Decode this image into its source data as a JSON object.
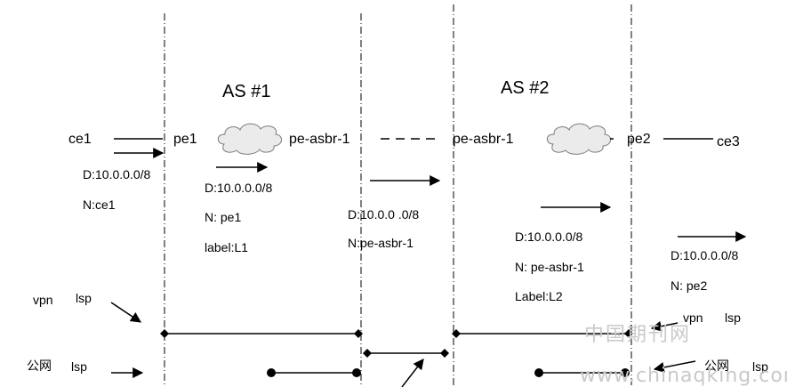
{
  "as_labels": [
    "AS #1",
    "AS #2"
  ],
  "nodes": {
    "ce1": "ce1",
    "pe1": "pe1",
    "pe_asbr_1_left": "pe-asbr-1",
    "pe_asbr_1_right": "pe-asbr-1",
    "pe2": "pe2",
    "ce3": "ce3"
  },
  "routes": {
    "r1": [
      "D:10.0.0.0/8",
      "N:ce1"
    ],
    "r2": [
      "D:10.0.0.0/8",
      "N: pe1",
      "label:L1"
    ],
    "r3": [
      "D:10.0.0 .0/8",
      "N:pe-asbr-1"
    ],
    "r4": [
      "D:10.0.0.0/8",
      "N: pe-asbr-1",
      "Label:L2"
    ],
    "r5": [
      "D:10.0.0.0/8",
      "N: pe2"
    ]
  },
  "lsp_labels": {
    "vpn_left": "vpn",
    "lsp_left": "lsp",
    "vpn_right": "vpn",
    "lsp_right": "lsp",
    "public_left": "公网",
    "lsp_public_left": "lsp",
    "public_right": "公网",
    "lsp_public_right": "lsp"
  },
  "watermark": {
    "text": "中国期刊网",
    "url": "www.chinaqking.com"
  },
  "colors": {
    "line": "#000000",
    "cloud_fill": "#ebebeb",
    "cloud_stroke": "#7d7d7d",
    "watermark": "#c9c9c9"
  }
}
